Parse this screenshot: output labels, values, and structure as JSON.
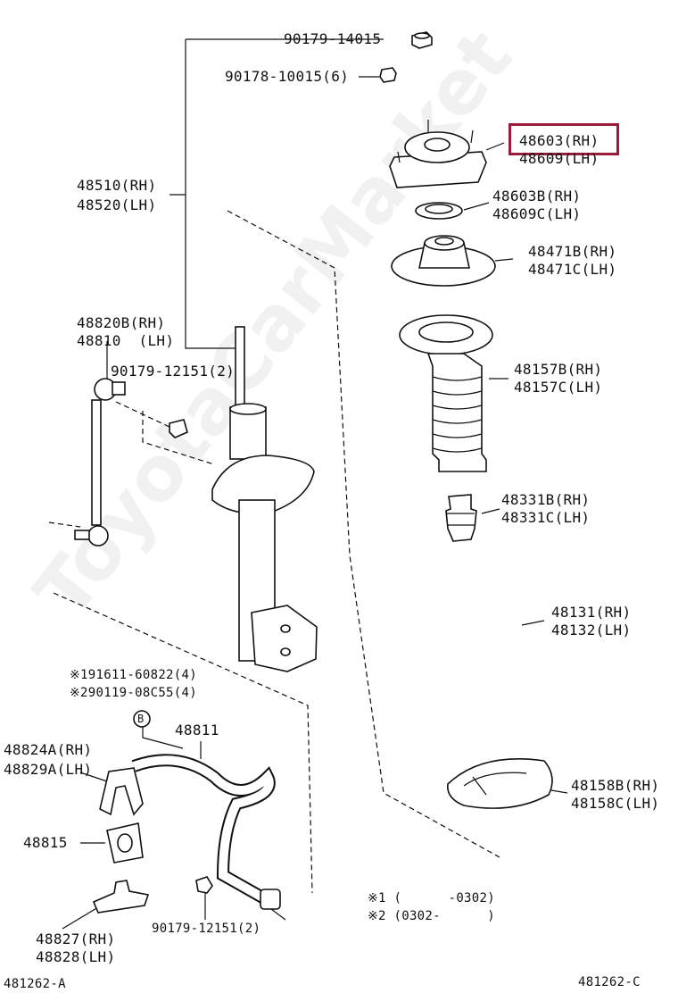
{
  "watermark": "ToyotaCarMarket",
  "callouts": {
    "bolt_top": "90179-14015",
    "nut_6": "90178-10015(6)",
    "mount": {
      "rh": "48603(RH)",
      "lh": "48609(LH)"
    },
    "bearing": {
      "rh": "48603B(RH)",
      "lh": "48609C(LH)"
    },
    "upper_seat": {
      "rh": "48471B(RH)",
      "lh": "48471C(LH)"
    },
    "boot": {
      "rh": "48157B(RH)",
      "lh": "48157C(LH)"
    },
    "bumper": {
      "rh": "48331B(RH)",
      "lh": "48331C(LH)"
    },
    "spring": {
      "rh": "48131(RH)",
      "lh": "48132(LH)"
    },
    "insulator": {
      "rh": "48158B(RH)",
      "lh": "48158C(LH)"
    },
    "strut": {
      "rh": "48510(RH)",
      "lh": "48520(LH)"
    },
    "link": {
      "rh": "48820B(RH)",
      "lh": "48810  (LH)"
    },
    "link_nut": "90179-12151(2)",
    "bolt_a": "※191611-60822(4)",
    "bolt_b": "※290119-08C55(4)",
    "marker_b": "B",
    "stabilizer": "48811",
    "bracket": {
      "rh": "48824A(RH)",
      "lh": "48829A(LH)"
    },
    "bushing": "48815",
    "clamp": {
      "rh": "48827(RH)",
      "lh": "48828(LH)"
    },
    "stab_nut": "90179-12151(2)",
    "note1": "※1 (      -0302)",
    "note2": "※2 (0302-      )",
    "fig_left": "481262-A",
    "fig_right": "481262-C"
  }
}
